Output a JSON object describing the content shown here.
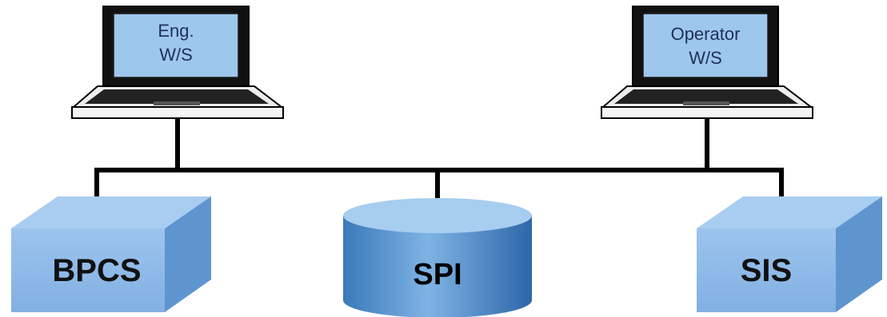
{
  "workstations": {
    "engineering": {
      "line1": "Eng.",
      "line2": "W/S"
    },
    "operator": {
      "line1": "Operator",
      "line2": "W/S"
    }
  },
  "systems": {
    "bpcs": "BPCS",
    "spi": "SPI",
    "sis": "SIS"
  },
  "colors": {
    "screen_fill": "#9ec7ec",
    "box_front": "#8ab8e8",
    "box_top": "#a9cdf1",
    "box_side": "#5f95cf",
    "cylinder_body": "#3f7fc1",
    "cylinder_top": "#a7cdef",
    "network_line": "#000000"
  }
}
